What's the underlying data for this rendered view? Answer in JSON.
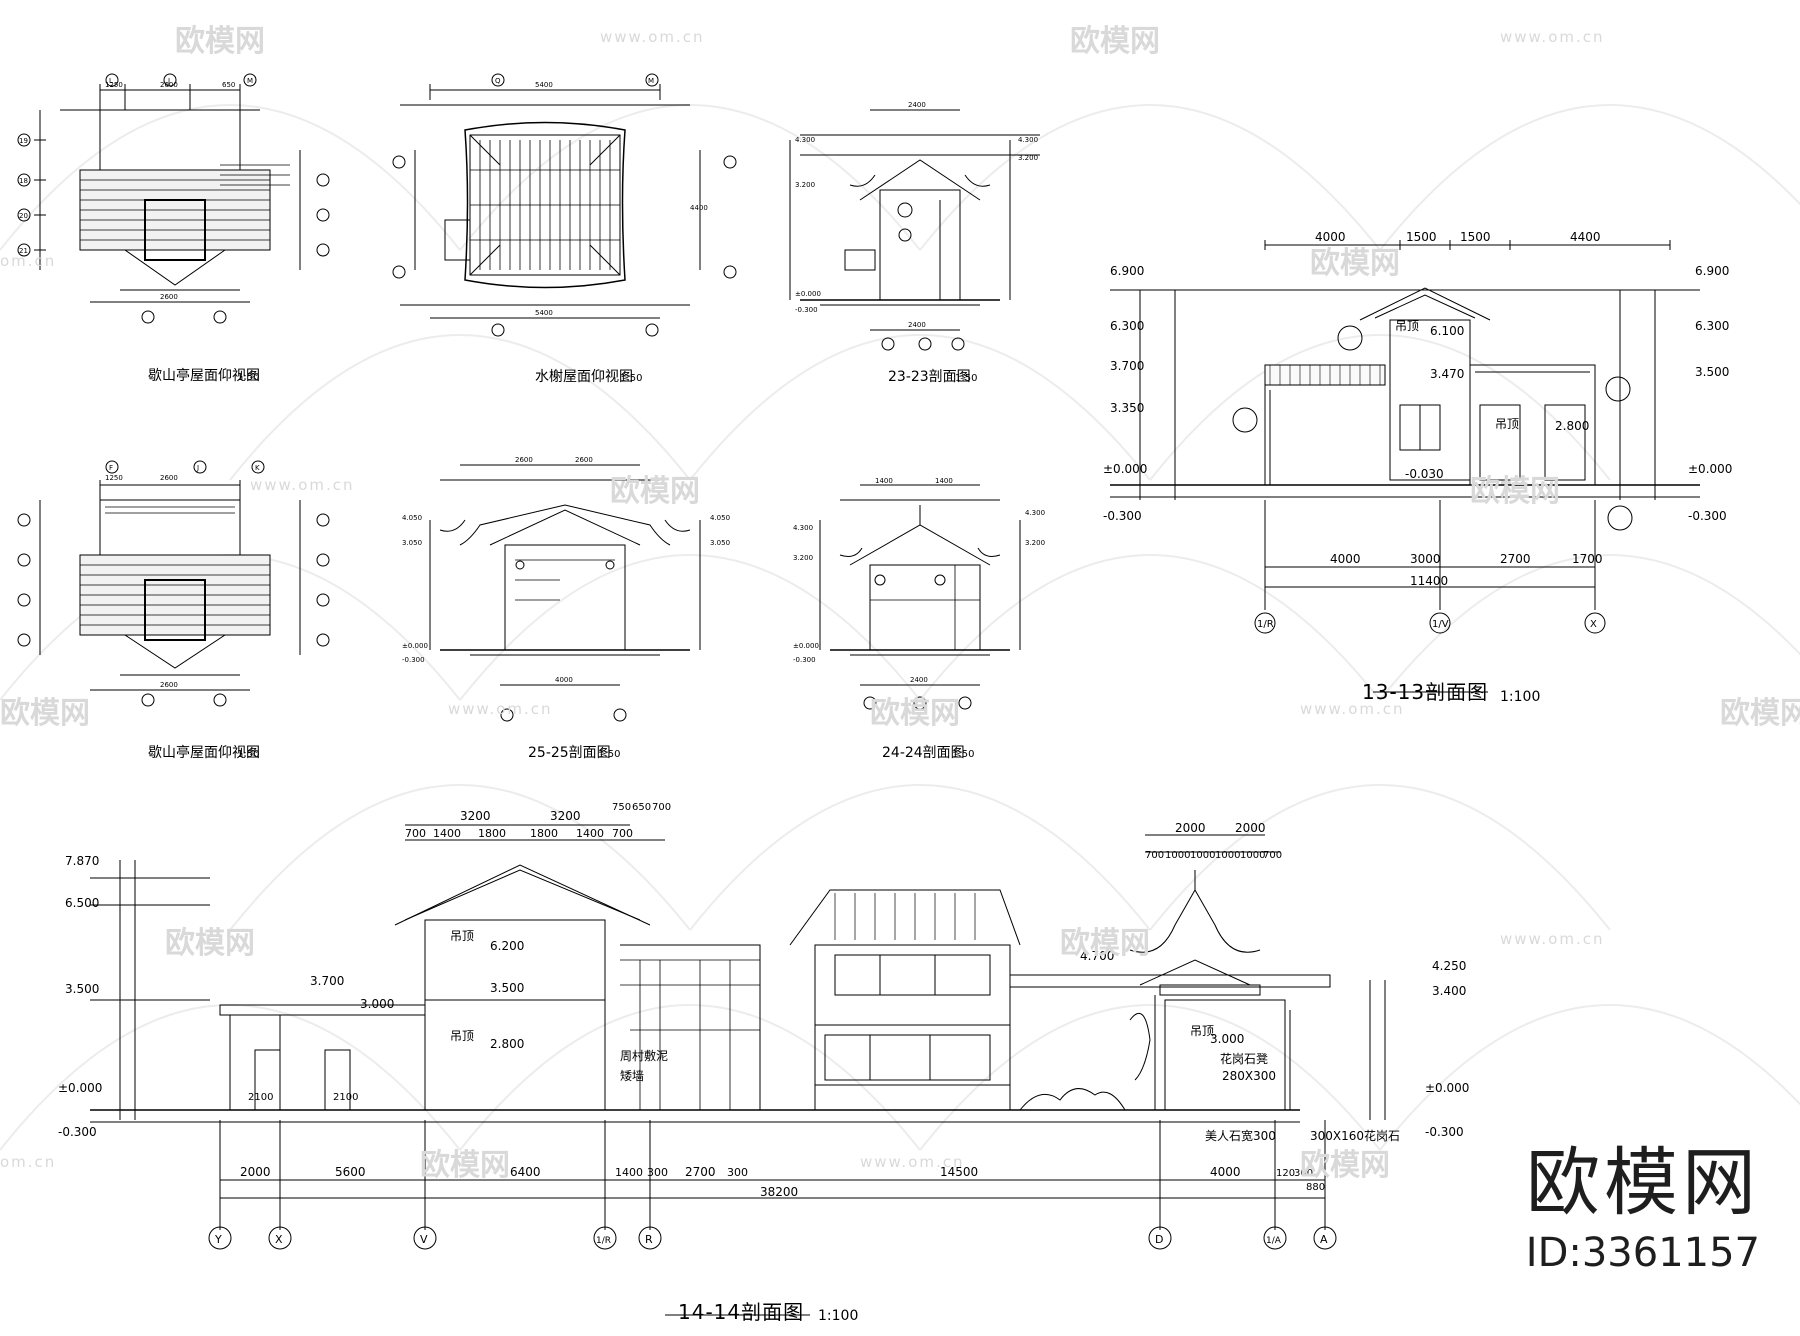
{
  "watermark": {
    "name": "欧模网",
    "url": "www.om.cn",
    "url_short": "om.cn"
  },
  "brand": {
    "name": "欧模网",
    "id": "ID:3361157"
  },
  "drawings": {
    "d1": {
      "title": "歇山亭屋面仰视图",
      "scale": "1:50"
    },
    "d2": {
      "title": "水榭屋面仰视图",
      "scale": "1:50"
    },
    "d3": {
      "title": "23-23剖面图",
      "scale": "1:50"
    },
    "d4": {
      "title": "歇山亭屋面仰视图",
      "scale": "1:50"
    },
    "d5": {
      "title": "25-25剖面图",
      "scale": "1:50"
    },
    "d6": {
      "title": "24-24剖面图",
      "scale": "1:50"
    },
    "d7": {
      "title": "13-13剖面图",
      "scale": "1:100"
    },
    "d8": {
      "title": "14-14剖面图",
      "scale": "1:100"
    }
  },
  "section_13": {
    "top_dims": [
      "4000",
      "1500",
      "1500",
      "4400"
    ],
    "bottom_dims": [
      "4000",
      "3000",
      "2700",
      "1700"
    ],
    "total": "11400",
    "left_levels": [
      "6.900",
      "6.300",
      "3.700",
      "3.350",
      "±0.000",
      "-0.300"
    ],
    "right_levels": [
      "6.900",
      "6.300",
      "3.500",
      "±0.000",
      "-0.300"
    ],
    "room_labels": [
      "吊顶",
      "6.100",
      "3.470",
      "-0.030",
      "吊顶",
      "2.800"
    ],
    "axes": [
      "1/R",
      "1/V",
      "X"
    ]
  },
  "section_14": {
    "top_dims": [
      "3200",
      "3200",
      "750",
      "650",
      "700"
    ],
    "top_dims2": [
      "700",
      "1400",
      "1800",
      "1800",
      "1400",
      "700"
    ],
    "pav_dims": [
      "2000",
      "2000"
    ],
    "pav_dims2": [
      "700",
      "1000",
      "1000",
      "1000",
      "1000",
      "700"
    ],
    "bottom_dims": [
      "2000",
      "5600",
      "6400",
      "1400",
      "300",
      "2700",
      "300",
      "14500",
      "4000",
      "120",
      "300",
      "880"
    ],
    "total": "38200",
    "left_levels": [
      "7.870",
      "6.500",
      "3.500",
      "±0.000",
      "-0.300"
    ],
    "right_levels": [
      "4.250",
      "3.400",
      "±0.000",
      "-0.300"
    ],
    "inner_labels": [
      "3.700",
      "3.000",
      "吊顶",
      "6.200",
      "3.500",
      "吊顶",
      "2.800",
      "2100",
      "2100",
      "4.700",
      "吊顶",
      "3.000",
      "花岗石凳",
      "280X300",
      "周村敷泥",
      "矮墙",
      "美人石宽300",
      "300X160花岗石"
    ],
    "axes": [
      "Y",
      "X",
      "V",
      "1/R",
      "R",
      "D",
      "1/A",
      "A"
    ]
  },
  "plan_a": {
    "axes_top": [
      "L",
      "J",
      "M"
    ],
    "axes_side": [
      "19",
      "18",
      "20",
      "21"
    ],
    "dims": [
      "1250",
      "2600",
      "650",
      "2600"
    ]
  },
  "plan_b": {
    "axes_top": [
      "Q",
      "M"
    ],
    "dims": [
      "5400",
      "4400",
      "5400"
    ]
  },
  "sec23": {
    "dims": [
      "2400",
      "2400"
    ],
    "levels": [
      "4.300",
      "3.200",
      "±0.000",
      "-0.300"
    ]
  },
  "plan_c": {
    "axes_top": [
      "F",
      "J",
      "K"
    ],
    "dims": [
      "1250",
      "2600",
      "2600"
    ]
  },
  "sec25": {
    "dims": [
      "2600",
      "2600",
      "4000"
    ],
    "levels": [
      "4.050",
      "3.050",
      "±0.000",
      "-0.300"
    ]
  },
  "sec24": {
    "dims": [
      "1400",
      "1400",
      "2400"
    ],
    "levels": [
      "4.300",
      "3.200",
      "±0.000",
      "-0.300"
    ]
  }
}
